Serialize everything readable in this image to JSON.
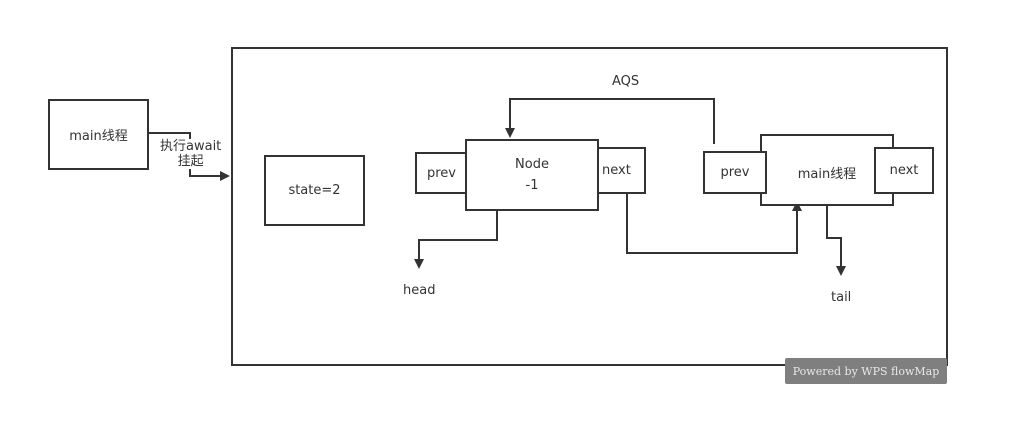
{
  "diagram": {
    "thread_box": {
      "label": "main线程"
    },
    "transition_label": {
      "line1": "执行await",
      "line2": "挂起"
    },
    "aqs": {
      "title": "AQS",
      "state_box": {
        "label": "state=2"
      },
      "head_node": {
        "title": "Node",
        "wait_status": "-1",
        "prev_label": "prev",
        "next_label": "next"
      },
      "tail_node": {
        "title": "main线程",
        "prev_label": "prev",
        "next_label": "next"
      },
      "head_pointer": "head",
      "tail_pointer": "tail"
    },
    "watermark": "Powered by WPS flowMap"
  }
}
